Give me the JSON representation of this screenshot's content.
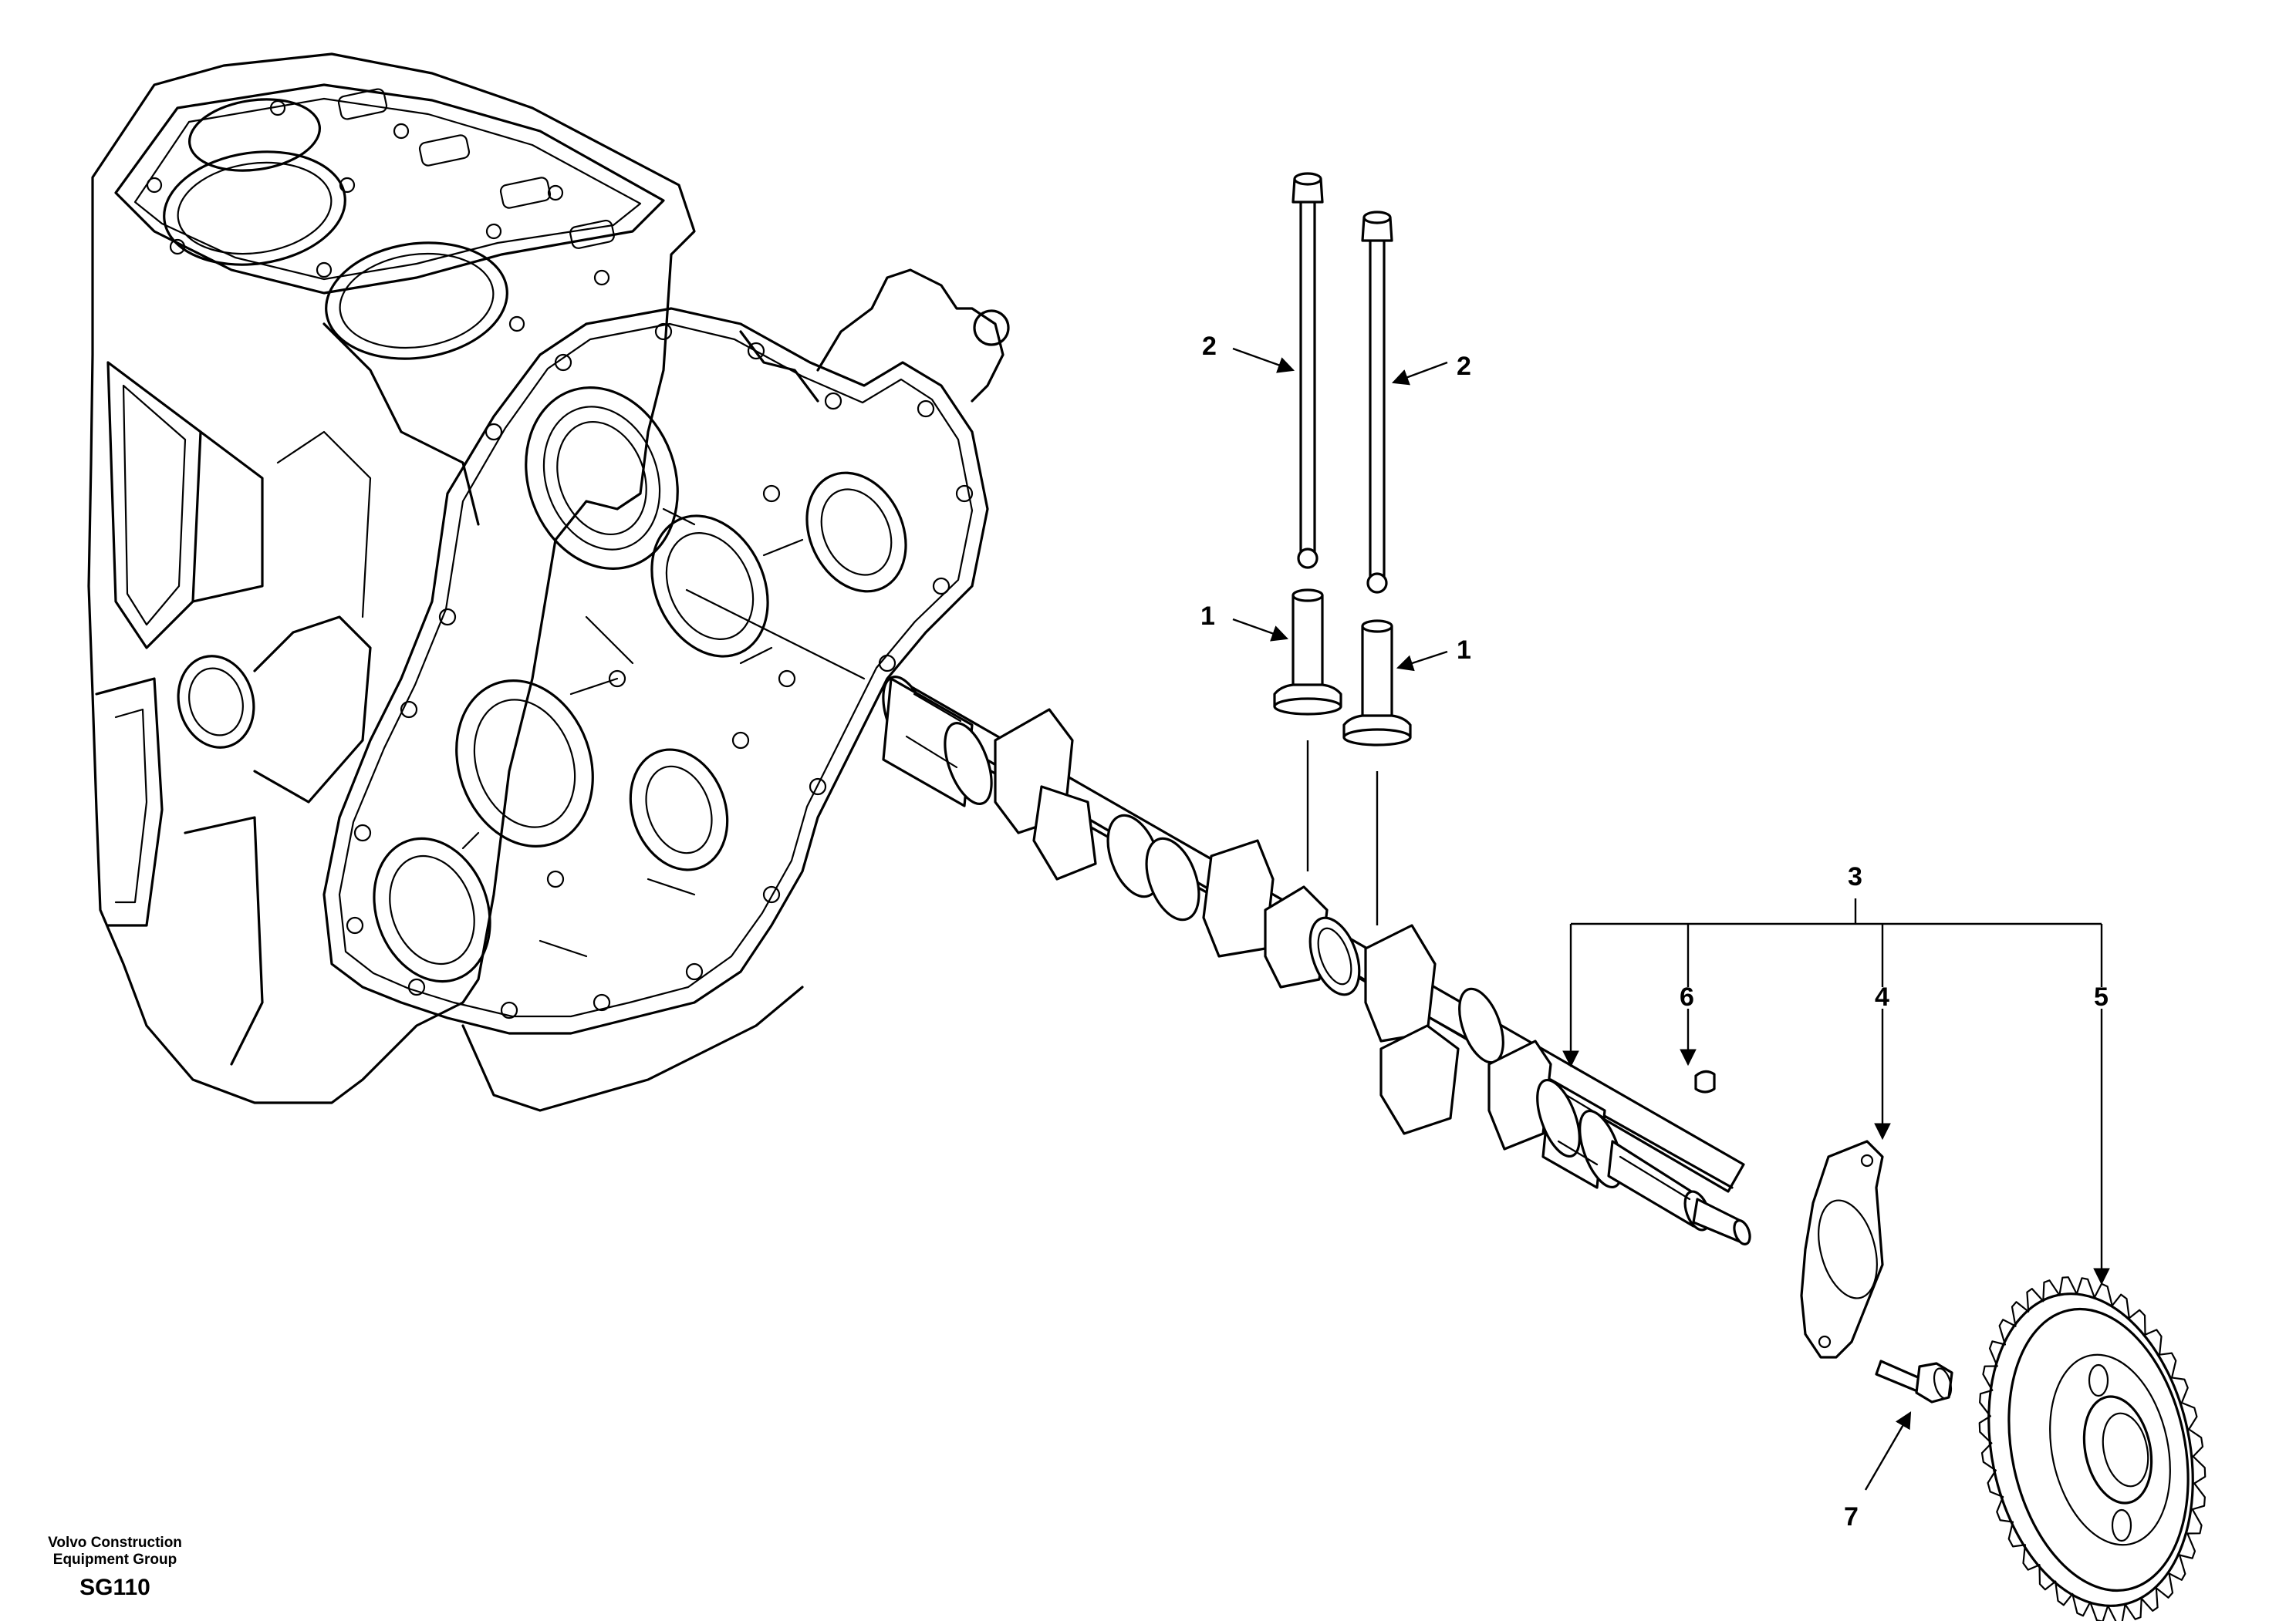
{
  "callouts": {
    "p1_left": "1",
    "p1_right": "1",
    "p2_left": "2",
    "p2_right": "2",
    "p3": "3",
    "p4": "4",
    "p5": "5",
    "p6": "6",
    "p7": "7"
  },
  "footer": {
    "company_line1": "Volvo Construction",
    "company_line2": "Equipment Group",
    "drawing_code": "SG110"
  }
}
